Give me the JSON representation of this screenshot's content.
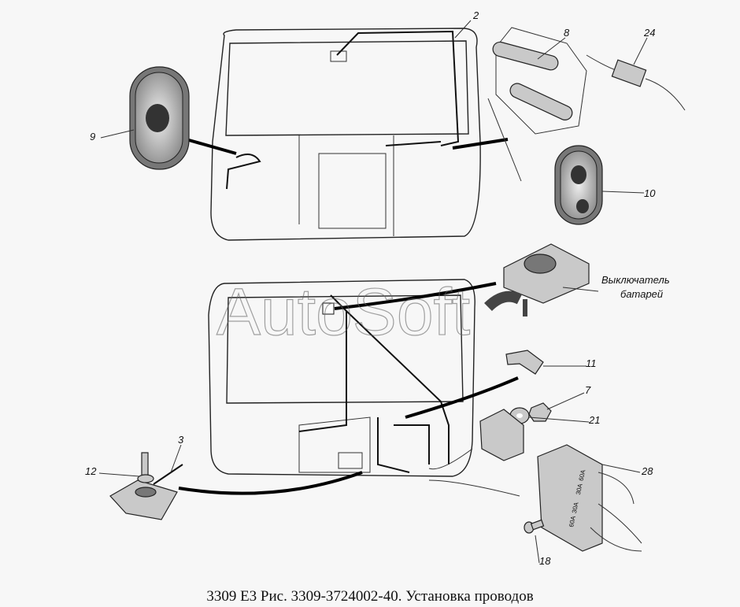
{
  "caption": "3309 E3 Рис. 3309-3724002-40. Установка проводов",
  "watermark": "AutoSoft",
  "callouts": {
    "c2": "2",
    "c8": "8",
    "c24": "24",
    "c9": "9",
    "c10": "10",
    "battery_switch_line1": "Выключатель",
    "battery_switch_line2": "батарей",
    "c11": "11",
    "c7": "7",
    "c21": "21",
    "c3": "3",
    "c12": "12",
    "c28": "28",
    "c18": "18"
  },
  "fuse_block_labels": [
    "60A",
    "30A",
    "30A",
    "60A"
  ]
}
